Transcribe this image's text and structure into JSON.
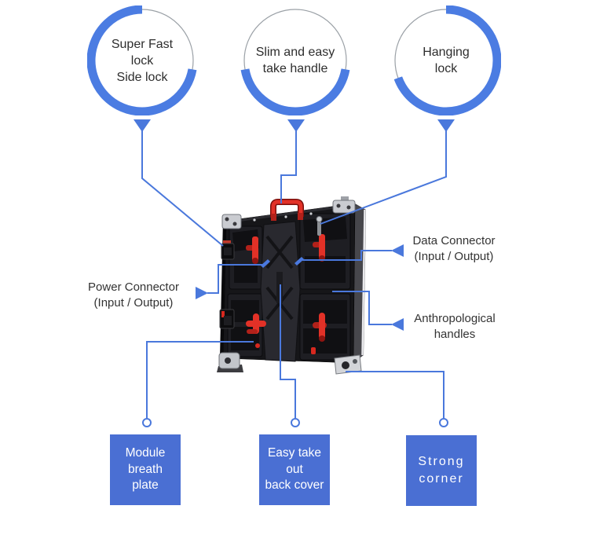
{
  "colors": {
    "accent_line": "#4a78dc",
    "arc_blue": "#4b7ce2",
    "box_fill": "#4a6fd3",
    "circle_outline": "#9aa0a6",
    "label_text": "#333333",
    "box_text": "#ffffff",
    "lock_red": "#d7281f",
    "handle_red": "#e23127"
  },
  "icons": {
    "product_image": "led-display-panel-rear-view",
    "arrow_style": "solid-triangle",
    "endpoint_style": "open-circle"
  },
  "top_callouts": [
    {
      "id": "super-fast-lock",
      "lines": [
        "Super Fast",
        "lock",
        "Side lock"
      ]
    },
    {
      "id": "slim-handle",
      "lines": [
        "Slim and easy",
        "take handle"
      ]
    },
    {
      "id": "hanging-lock",
      "lines": [
        "Hanging",
        "lock"
      ]
    }
  ],
  "side_callouts": {
    "data_connector": {
      "lines": [
        "Data Connector",
        "(Input / Output)"
      ]
    },
    "power_connector": {
      "lines": [
        "Power Connector",
        "(Input / Output)"
      ]
    },
    "anthropological_handles": {
      "lines": [
        "Anthropological",
        "handles"
      ]
    }
  },
  "bottom_callouts": [
    {
      "id": "module-breath-plate",
      "lines": [
        "Module",
        "breath",
        "plate"
      ]
    },
    {
      "id": "easy-take-out-back-cover",
      "lines": [
        "Easy take",
        "out",
        "back cover"
      ]
    },
    {
      "id": "strong-corner",
      "lines": [
        "Strong",
        "corner"
      ]
    }
  ]
}
